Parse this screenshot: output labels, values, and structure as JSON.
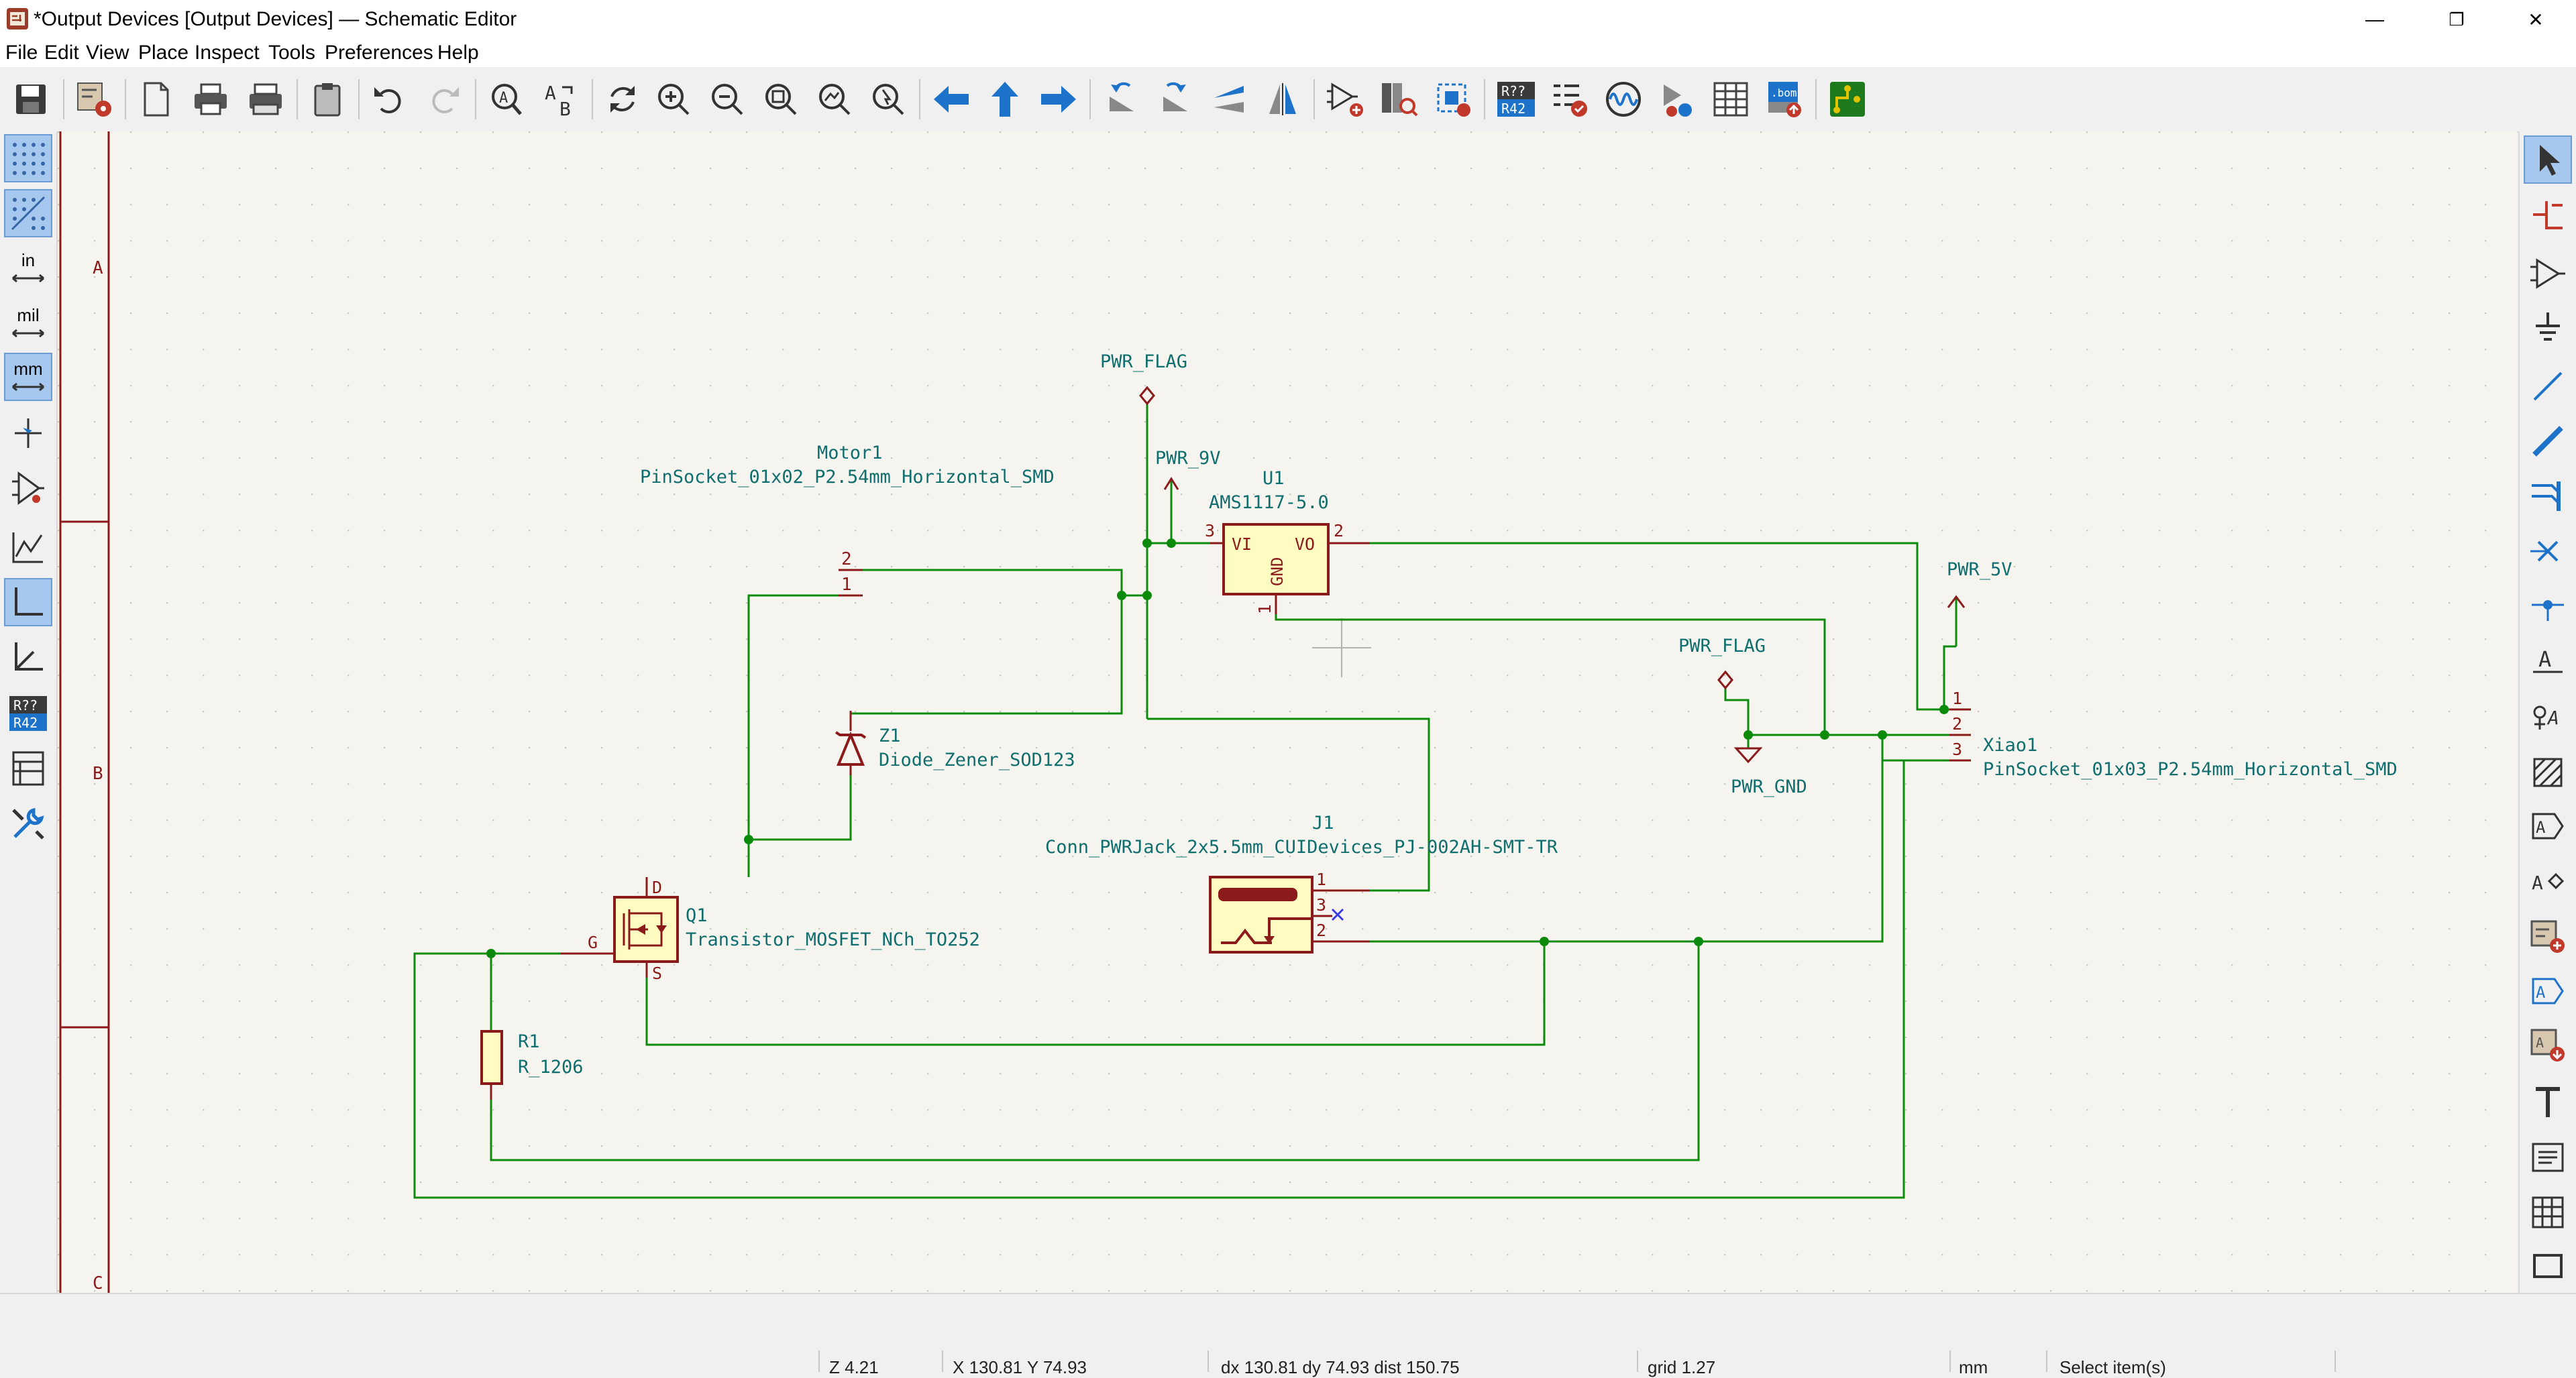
{
  "window": {
    "title": "*Output Devices [Output Devices] — Schematic Editor",
    "controls": {
      "minimize": "—",
      "restore": "❐",
      "close": "✕"
    }
  },
  "menu": [
    "File",
    "Edit",
    "View",
    "Place",
    "Inspect",
    "Tools",
    "Preferences",
    "Help"
  ],
  "units_buttons": {
    "in": "in",
    "mil": "mil",
    "mm": "mm"
  },
  "annotate_badge": {
    "top": "R??",
    "bottom": "R42"
  },
  "schematic": {
    "border_rows": [
      "A",
      "B",
      "C"
    ],
    "components": {
      "motor1": {
        "ref": "Motor1",
        "value": "PinSocket_01x02_P2.54mm_Horizontal_SMD",
        "pin2": "2",
        "pin1": "1"
      },
      "u1": {
        "ref": "U1",
        "value": "AMS1117-5.0",
        "vi": "VI",
        "vo": "VO",
        "gnd": "GND",
        "pin3": "3",
        "pin2": "2",
        "pin1": "1"
      },
      "z1": {
        "ref": "Z1",
        "value": "Diode_Zener_SOD123"
      },
      "j1": {
        "ref": "J1",
        "value": "Conn_PWRJack_2x5.5mm_CUIDevices_PJ-002AH-SMT-TR",
        "pin1": "1",
        "pin3": "3",
        "pin2": "2"
      },
      "q1": {
        "ref": "Q1",
        "value": "Transistor_MOSFET_NCh_TO252",
        "d": "D",
        "g": "G",
        "s": "S"
      },
      "r1": {
        "ref": "R1",
        "value": "R_1206"
      },
      "xiao1": {
        "ref": "Xiao1",
        "value": "PinSocket_01x03_P2.54mm_Horizontal_SMD",
        "pin1": "1",
        "pin2": "2",
        "pin3": "3"
      }
    },
    "power": {
      "pwr_flag_top": "PWR_FLAG",
      "pwr_9v": "PWR_9V",
      "pwr_5v": "PWR_5V",
      "pwr_flag_right": "PWR_FLAG",
      "pwr_gnd": "PWR_GND"
    }
  },
  "status": {
    "zoom": "Z 4.21",
    "xy": "X 130.81  Y 74.93",
    "delta": "dx 130.81  dy 74.93  dist 150.75",
    "grid": "grid 1.27",
    "units": "mm",
    "mode": "Select item(s)"
  },
  "colors": {
    "canvas": "#f5f4ef",
    "wire": "#0b8a0b",
    "symbol": "#8b1a1a",
    "symbol_fill": "#fffcc2",
    "text": "#106e6e",
    "accent": "#1d73c9"
  }
}
